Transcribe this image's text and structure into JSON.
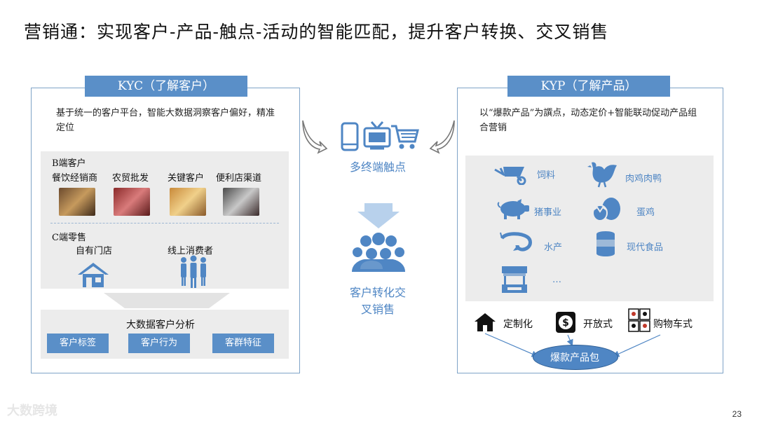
{
  "title": "营销通：实现客户-产品-触点-活动的智能匹配，提升客户转换、交叉销售",
  "kyc": {
    "header": "KYC（了解客户）",
    "description": "基于统一的客户平台，智能大数据洞察客户偏好，精准定位",
    "b_section_title": "B端客户",
    "b_items": [
      "餐饮经销商",
      "农贸批发",
      "关键客户",
      "便利店渠道"
    ],
    "c_section_title": "C端零售",
    "c_items": [
      "自有门店",
      "线上消费者"
    ],
    "analysis_title": "大数据客户分析",
    "analysis_buttons": [
      "客户标签",
      "客户行为",
      "客群特征"
    ]
  },
  "center": {
    "touchpoints_label": "多终端触点",
    "conversion_label": "客户转化交叉销售"
  },
  "kyp": {
    "header": "KYP（了解产品）",
    "description": "以“爆款产品”为譔点，动态定价+智能联动促动产品组合营销",
    "categories": [
      "饲料",
      "肉鸡肉鸭",
      "猪事业",
      "蛋鸡",
      "水产",
      "现代食品",
      "…"
    ],
    "modes": [
      "定制化",
      "开放式",
      "购物车式"
    ],
    "bundle": "爆款产品包"
  },
  "footer": {
    "page_number": "23",
    "brand": "大数跨境"
  },
  "colors": {
    "accent": "#5a8fc8",
    "icon_blue": "#4f86c4",
    "panel_border": "#7fa3c7",
    "grey_bg": "#ececec"
  },
  "icons": [
    "phone-icon",
    "tv-icon",
    "cart-icon",
    "people-group-icon",
    "store-icon",
    "customers-icon",
    "wheelbarrow-icon",
    "chicken-icon",
    "pig-icon",
    "egg-icon",
    "shrimp-icon",
    "can-icon",
    "stall-icon",
    "house-icon",
    "dollar-icon",
    "dice-icon"
  ]
}
